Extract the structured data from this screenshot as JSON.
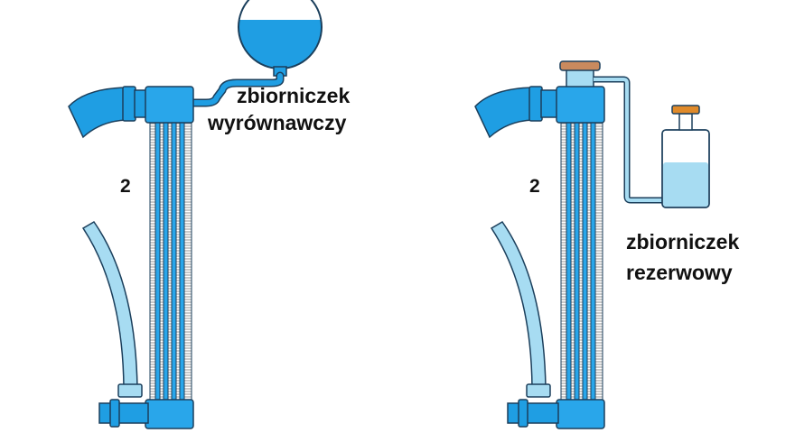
{
  "left_diagram": {
    "marker": "2",
    "tank_label_line1": "zbiorniczek",
    "tank_label_line2": "wyrównawczy"
  },
  "right_diagram": {
    "marker": "2",
    "tank_label_line1": "zbiorniczek",
    "tank_label_line2": "rezerwowy"
  },
  "colors": {
    "hose_blue": "#1f9ee3",
    "header_blue": "#29a6ea",
    "coolant_light": "#a7dcf2",
    "outline": "#1b3f5c",
    "cap_brown": "#c98a5e",
    "orange_cap": "#e08a2a",
    "fins": "#6f6f6f"
  }
}
